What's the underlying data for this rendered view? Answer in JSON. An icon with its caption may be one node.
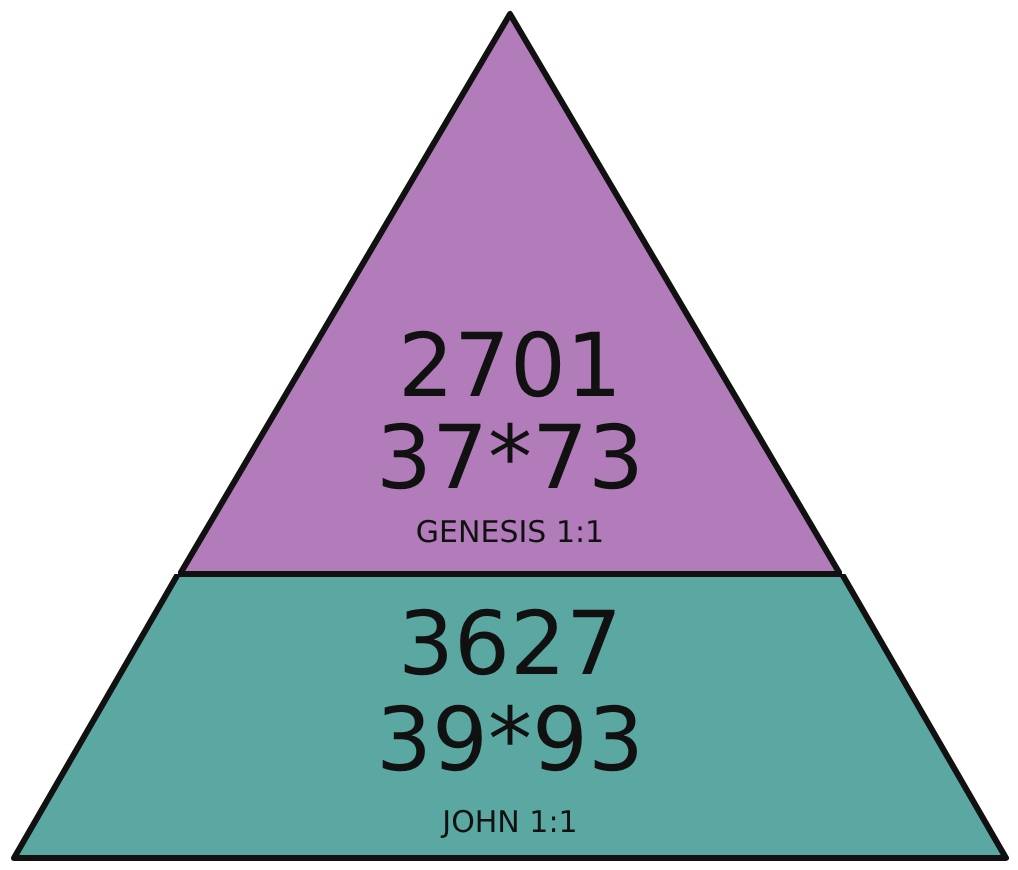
{
  "diagram": {
    "nodes": [
      {
        "text": [
          "2701",
          "37*73",
          "GENESIS 1:1"
        ]
      },
      {
        "text": [
          "3627",
          "39*93",
          "JOHN 1:1"
        ]
      }
    ]
  }
}
